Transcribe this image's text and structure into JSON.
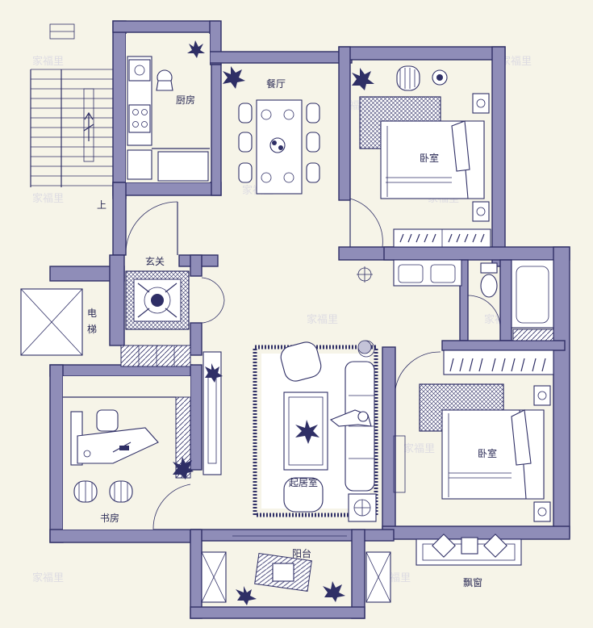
{
  "rooms": {
    "kitchen": "厨房",
    "dining": "餐厅",
    "bedroom_top": "卧室",
    "entrance": "玄关",
    "elevator": "电梯",
    "living": "起居室",
    "bedroom_right": "卧室",
    "study": "书房",
    "balcony": "阳台",
    "bay_window": "飘窗",
    "stairs_up": "上"
  },
  "watermark": "家福里",
  "colors": {
    "wall_fill": "#8f8db8",
    "line": "#2f2f66",
    "background": "#f6f4e8"
  }
}
